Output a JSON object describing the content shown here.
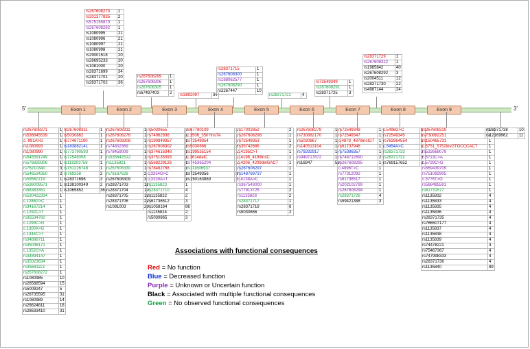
{
  "utr5": "5'",
  "utr3": "3'",
  "exons": [
    "Exon 1",
    "Exon 2",
    "Exon 3",
    "Exon 4",
    "Exon 5",
    "Exon 6",
    "Exon 7",
    "Exon 8",
    "Exon 9"
  ],
  "colors": {
    "red": "#e00000",
    "blue": "#0a2fd8",
    "purple": "#8a24b5",
    "black": "#000000",
    "green": "#0f9e3c"
  },
  "legend": {
    "title": "Associations with functional consequences",
    "items": [
      {
        "color": "red",
        "key": "Red",
        "text": " = No function"
      },
      {
        "color": "blue",
        "key": "Blue",
        "text": " = Decreased function"
      },
      {
        "color": "purple",
        "key": "Purple",
        "text": " = Unknown or Uncertain function"
      },
      {
        "color": "black",
        "key": "Black",
        "text": " =  Associated with multiple functional consequences"
      },
      {
        "color": "green",
        "key": "Green",
        "text": " = No observed functional consequences"
      }
    ]
  },
  "tables": [
    {
      "rows": [
        [
          "rs267608273",
          "1",
          "red"
        ],
        [
          "rs201377835",
          "2",
          "red"
        ],
        [
          "rs575155870",
          "1",
          "purple"
        ],
        [
          "rs267608282",
          "1",
          "purple"
        ],
        [
          "rs1080995",
          "21",
          "black"
        ],
        [
          "rs1080996",
          "21",
          "black"
        ],
        [
          "rs1080997",
          "21",
          "black"
        ],
        [
          "rs1080998",
          "21",
          "black"
        ],
        [
          "rs29001518",
          "20",
          "black"
        ],
        [
          "rs28695233",
          "20",
          "black"
        ],
        [
          "rs1081000",
          "20",
          "black"
        ],
        [
          "rs28371699",
          "34",
          "black"
        ],
        [
          "rs28371701",
          "20",
          "black"
        ],
        [
          "rs28371702",
          "36",
          "black"
        ]
      ]
    },
    {
      "rows": [
        [
          "rs267608289",
          "1",
          "red"
        ],
        [
          "rs267608306",
          "1",
          "purple"
        ],
        [
          "rs267608305",
          "1",
          "green"
        ],
        [
          "rs67497403",
          "2",
          "black"
        ]
      ]
    },
    {
      "rows": [
        [
          "rs3892097",
          "34",
          "red"
        ]
      ]
    },
    {
      "rows": [
        [
          "rs28371715",
          "1",
          "red"
        ],
        [
          "rs267608300",
          "1",
          "blue"
        ],
        [
          "rs188062577",
          "1",
          "purple"
        ],
        [
          "rs267608290",
          "1",
          "green"
        ],
        [
          "rs2267447",
          "10",
          "black"
        ]
      ]
    },
    {
      "rows": [
        [
          "rs28371721",
          "4",
          "green"
        ]
      ]
    },
    {
      "rows": [
        [
          "rs72549349",
          "1",
          "red"
        ],
        [
          "rs267608291",
          "1",
          "green"
        ],
        [
          "rs28371725",
          "3",
          "black"
        ]
      ]
    },
    {
      "rows": [
        [
          "rs28371729",
          "1",
          "red"
        ],
        [
          "rs267608322",
          "1",
          "purple"
        ],
        [
          "rs1985842",
          "40",
          "black"
        ],
        [
          "rs267608292",
          "3",
          "black"
        ],
        [
          "rs2004511",
          "12",
          "black"
        ],
        [
          "rs28371730",
          "22",
          "black"
        ],
        [
          "rs4987144",
          "24",
          "black"
        ]
      ]
    },
    {
      "rows": [
        [
          "rs267608271",
          "1",
          "red"
        ],
        [
          "rs536645539",
          "1",
          "red"
        ],
        [
          "c.-991A>G",
          "1",
          "red"
        ],
        [
          "rs1080993",
          "1",
          "red"
        ],
        [
          "rs1080990",
          "1",
          "red"
        ],
        [
          "rs545591749",
          "1",
          "green"
        ],
        [
          "rs576829306",
          "1",
          "green"
        ],
        [
          "rs76210340",
          "3",
          "green"
        ],
        [
          "rs546534350",
          "2",
          "green"
        ],
        [
          "rs59560719",
          "1",
          "green"
        ],
        [
          "rs536009571",
          "1",
          "green"
        ],
        [
          "rs56383351",
          "1",
          "green"
        ],
        [
          "rs530422334",
          "1",
          "green"
        ],
        [
          "c.1286G>C",
          "1",
          "green"
        ],
        [
          "rs34167214",
          "1",
          "green"
        ],
        [
          "c.1292C>T",
          "1",
          "green"
        ],
        [
          "rs35534760",
          "1",
          "green"
        ],
        [
          "c.1299C>G",
          "1",
          "green"
        ],
        [
          "c.1300A>G",
          "1",
          "green"
        ],
        [
          "c.1344C>T",
          "1",
          "green"
        ],
        [
          "rs34898711",
          "1",
          "green"
        ],
        [
          "rs35046171",
          "1",
          "green"
        ],
        [
          "c.1352G>A",
          "1",
          "green"
        ],
        [
          "rs34894147",
          "1",
          "green"
        ],
        [
          "rs35023634",
          "1",
          "green"
        ],
        [
          "rs35681113",
          "1",
          "green"
        ],
        [
          "rs267608272",
          "1",
          "green"
        ],
        [
          "rs1080985",
          "10",
          "black"
        ],
        [
          "rs28588594",
          "15",
          "black"
        ],
        [
          "rs5009247",
          "5",
          "black"
        ],
        [
          "rs28735595",
          "31",
          "black"
        ],
        [
          "rs1080989",
          "14",
          "black"
        ],
        [
          "rs28624811",
          "18",
          "black"
        ],
        [
          "rs28633410",
          "31",
          "black"
        ]
      ]
    },
    {
      "rows": [
        [
          "rs267608311",
          "1",
          "red"
        ],
        [
          "rs5030862",
          "1",
          "red"
        ],
        [
          "rs774671100",
          "1",
          "red"
        ],
        [
          "rs183882141",
          "1",
          "blue"
        ],
        [
          "rs773790593",
          "1",
          "green"
        ],
        [
          "rs72549358",
          "1",
          "green"
        ],
        [
          "rs118203758",
          "1",
          "green"
        ],
        [
          "rs151226748",
          "1",
          "green"
        ],
        [
          "rs769258",
          "2",
          "green"
        ],
        [
          "rs28371696",
          "3",
          "black"
        ],
        [
          "rs138100349",
          "2",
          "black"
        ],
        [
          "rs1065852",
          "36",
          "black"
        ]
      ]
    },
    {
      "rows": [
        [
          "rs267608311",
          "1",
          "red"
        ],
        [
          "rs267608276",
          "1",
          "red"
        ],
        [
          "rs267608308",
          "1",
          "red"
        ],
        [
          "rs74802369",
          "1",
          "purple"
        ],
        [
          "rs78459009",
          "1",
          "purple"
        ],
        [
          "rs535642512",
          "1",
          "green"
        ],
        [
          "rs1135821",
          "1",
          "green"
        ],
        [
          "rs267608330",
          "1",
          "green"
        ],
        [
          "rs76187628",
          "2",
          "green"
        ],
        [
          "rs267608309",
          "3",
          "black"
        ],
        [
          "rs28371703",
          "11",
          "black"
        ],
        [
          "rs28371704",
          "10",
          "black"
        ],
        [
          "rs28371705",
          "12",
          "black"
        ],
        [
          "rs28371706",
          "22",
          "black"
        ],
        [
          "rs1081003",
          "20",
          "black"
        ]
      ]
    },
    {
      "rows": [
        [
          "rs5030655",
          "2",
          "red"
        ],
        [
          "rs74962936",
          "1",
          "red"
        ],
        [
          "rs190849357",
          "1",
          "red"
        ],
        [
          "rs267608302",
          "1",
          "red"
        ],
        [
          "rs374616348",
          "1",
          "red"
        ],
        [
          "rs375135093",
          "1",
          "red"
        ],
        [
          "rs568229126",
          "1",
          "red"
        ],
        [
          "rs78482768",
          "1",
          "red"
        ],
        [
          "c.3354G>C",
          "1",
          "purple"
        ],
        [
          "c.3339A>T",
          "1",
          "purple"
        ],
        [
          "rs1135823",
          "1",
          "green"
        ],
        [
          "rs28371710",
          "4",
          "green"
        ],
        [
          "rs1135822",
          "2",
          "black"
        ],
        [
          "rs61736512",
          "3",
          "black"
        ],
        [
          "rs1058164",
          "86",
          "black"
        ],
        [
          "rs1135824",
          "2",
          "black"
        ],
        [
          "rs5030865",
          "3",
          "black"
        ]
      ]
    },
    {
      "rows": [
        [
          "rs67780109",
          "1",
          "red"
        ],
        [
          "c.3506_350?insTA",
          "1",
          "red"
        ],
        [
          "rs72549354",
          "1",
          "red"
        ],
        [
          "rs5030866",
          "2",
          "red"
        ],
        [
          "rs199535154",
          "1",
          "red"
        ],
        [
          "c.3614delC",
          "1",
          "red"
        ],
        [
          "rs745365204",
          "1",
          "purple"
        ],
        [
          "rs111606937",
          "1",
          "green"
        ],
        [
          "rs72549356",
          "3",
          "black"
        ],
        [
          "rs150163869",
          "2",
          "black"
        ]
      ]
    },
    {
      "rows": [
        [
          "rs17002852",
          "2",
          "red"
        ],
        [
          "rs267608298",
          "1",
          "red"
        ],
        [
          "rs72549353",
          "1",
          "red"
        ],
        [
          "rs35742686",
          "2",
          "red"
        ],
        [
          "c.4195C>T",
          "1",
          "red"
        ],
        [
          "c.4198_4199insC",
          "1",
          "red"
        ],
        [
          "c.4206_4209delGACT",
          "1",
          "red"
        ],
        [
          "rs267608297",
          "1",
          "blue"
        ],
        [
          "rs148769737",
          "1",
          "blue"
        ],
        [
          "c.4138A>C",
          "1",
          "purple"
        ],
        [
          "rs367543000",
          "1",
          "purple"
        ],
        [
          "rs77913725",
          "2",
          "purple"
        ],
        [
          "rs1135828",
          "2",
          "purple"
        ],
        [
          "rs28371717",
          "1",
          "green"
        ],
        [
          "rs28371718",
          "6",
          "black"
        ],
        [
          "rs5030656",
          "2",
          "black"
        ]
      ]
    },
    {
      "rows": [
        [
          "rs267608279",
          "1",
          "red"
        ],
        [
          "rs730882170",
          "1",
          "red"
        ],
        [
          "rs5030867",
          "1",
          "red"
        ],
        [
          "rs140513104",
          "1",
          "red"
        ],
        [
          "rs79292917",
          "1",
          "blue"
        ],
        [
          "rs949717872",
          "1",
          "purple"
        ],
        [
          "rs16947",
          "55",
          "black"
        ]
      ]
    },
    {
      "rows": [
        [
          "rs72549348",
          "1",
          "red"
        ],
        [
          "rs72549347",
          "1",
          "red"
        ],
        [
          "c.4878_4879insIGT",
          "1",
          "red"
        ],
        [
          "rs61737946",
          "1",
          "red"
        ],
        [
          "rs75386357",
          "1",
          "blue"
        ],
        [
          "rs748712690",
          "2",
          "purple"
        ],
        [
          "rs267608295",
          "1",
          "purple"
        ],
        [
          "c.4896T>C",
          "1",
          "purple"
        ],
        [
          "rs77312092",
          "1",
          "purple"
        ],
        [
          "rs61736517",
          "1",
          "purple"
        ],
        [
          "rs202102799",
          "1",
          "purple"
        ],
        [
          "rs267608294",
          "1",
          "purple"
        ],
        [
          "rs28371726",
          "4",
          "green"
        ],
        [
          "rs59421388",
          "3",
          "black"
        ]
      ]
    },
    {
      "rows": [
        [
          "c.5496G>C",
          "1",
          "red"
        ],
        [
          "rs72549345",
          "1",
          "red"
        ],
        [
          "rs763964554",
          "1",
          "red"
        ],
        [
          "c.5454A>C",
          "1",
          "blue"
        ],
        [
          "rs28371733",
          "2",
          "green"
        ],
        [
          "rs28371732",
          "3",
          "green"
        ],
        [
          "rs769157652",
          "2",
          "black"
        ]
      ]
    },
    {
      "rows": [
        [
          "rs267608319",
          "1",
          "red"
        ],
        [
          "rs730882251",
          "1",
          "red"
        ],
        [
          "rs150465731",
          "1",
          "red"
        ],
        [
          "c.5751_5752insGTGCCCACT",
          "1",
          "red"
        ],
        [
          "rs532668079",
          "1",
          "purple"
        ],
        [
          "c.5713C>A",
          "1",
          "purple"
        ],
        [
          "c.5729C>G",
          "1",
          "purple"
        ],
        [
          "rs569439709",
          "1",
          "purple"
        ],
        [
          "rs751092905",
          "1",
          "purple"
        ],
        [
          "c.5776T>G",
          "1",
          "purple"
        ],
        [
          "rs568495591",
          "1",
          "purple"
        ],
        [
          "rs61731577",
          "1",
          "green"
        ],
        [
          "rs1135832",
          "4",
          "black"
        ],
        [
          "rs1135833",
          "4",
          "black"
        ],
        [
          "rs1135835",
          "4",
          "black"
        ],
        [
          "rs1135836",
          "4",
          "black"
        ],
        [
          "rs28371735",
          "4",
          "black"
        ],
        [
          "rs766507177",
          "4",
          "black"
        ],
        [
          "rs1135837",
          "4",
          "black"
        ],
        [
          "rs1135838",
          "4",
          "black"
        ],
        [
          "rs1135839",
          "4",
          "black"
        ],
        [
          "rs74478221",
          "4",
          "black"
        ],
        [
          "rs75467367",
          "4",
          "black"
        ],
        [
          "rs747998333",
          "4",
          "black"
        ],
        [
          "rs28371736",
          "4",
          "black"
        ],
        [
          "rs1135840",
          "89",
          "black"
        ]
      ]
    },
    {
      "rows": [
        [
          "rs28371738",
          "10",
          "black"
        ],
        [
          "rs12169962",
          "11",
          "black"
        ]
      ]
    }
  ]
}
